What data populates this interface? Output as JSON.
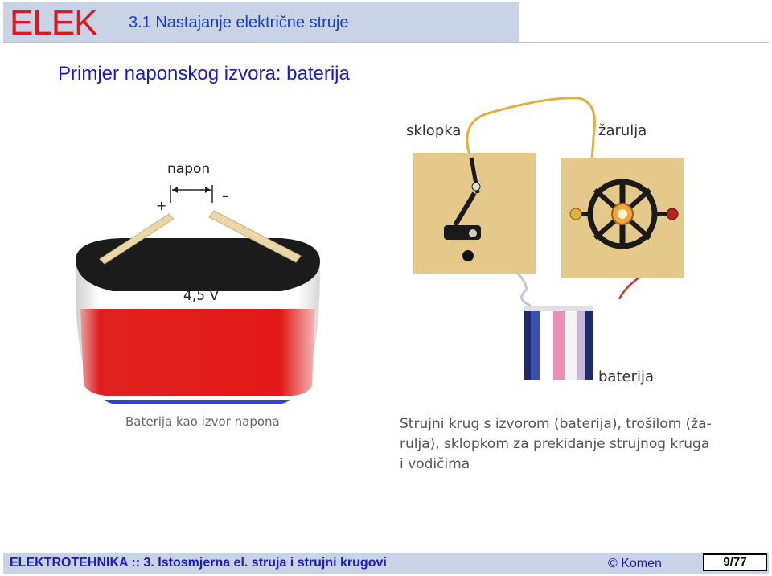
{
  "header": {
    "logo": "ELEK",
    "section_title": "3.1 Nastajanje električne struje"
  },
  "slide": {
    "title": "Primjer naponskog izvora: baterija"
  },
  "battery_figure": {
    "label_napon": "napon",
    "plus": "+",
    "minus": "–",
    "voltage": "4,5 V",
    "caption": "Baterija kao izvor napona"
  },
  "circuit_figure": {
    "label_sklopka": "sklopka",
    "label_zarulja": "žarulja",
    "label_baterija": "baterija",
    "caption_lines": [
      "Strujni krug s izvorom (baterija), trošilom (ža-",
      "rulja), sklopkom za prekidanje strujnog kruga",
      "i vodičima"
    ]
  },
  "footer": {
    "course": "ELEKTROTEHNIKA :: 3. Istosmjerna el. struja i strujni krugovi",
    "copyright": "© Komen",
    "page": "9/77"
  },
  "colors": {
    "header_bg": "#c9d3e6",
    "logo_red": "#e8141b",
    "title_blue": "#1a1acc"
  }
}
